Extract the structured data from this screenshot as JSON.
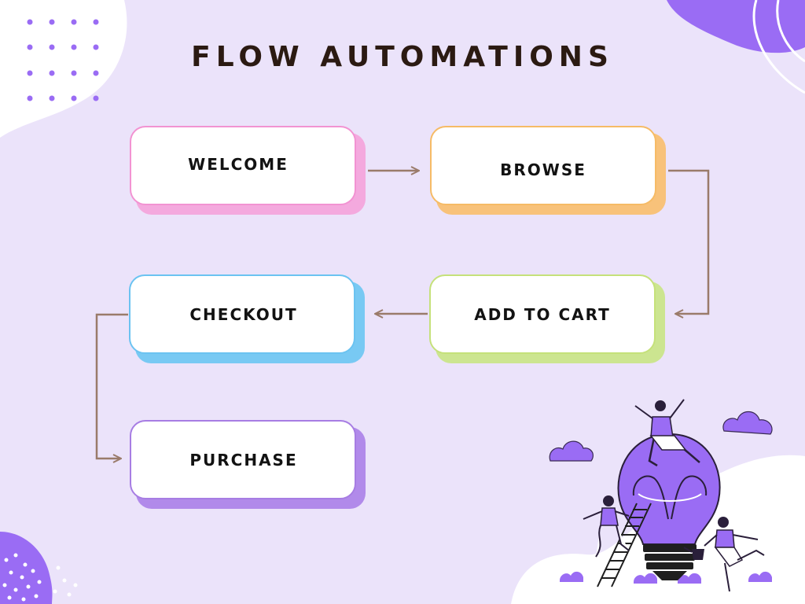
{
  "title": "FLOW AUTOMATIONS",
  "colors": {
    "background": "#ebe3fa",
    "accent_purple": "#9a6cf4",
    "connector": "#9a7b6a",
    "title_text": "#2b1a12"
  },
  "nodes": [
    {
      "id": "welcome",
      "label": "WELCOME",
      "border": "#f293d2",
      "shadow": "#f4a9de"
    },
    {
      "id": "browse",
      "label": "BROWSE",
      "border": "#f6bb66",
      "shadow": "#f8c27a"
    },
    {
      "id": "add-to-cart",
      "label": "ADD TO CART",
      "border": "#c5e17a",
      "shadow": "#cce590"
    },
    {
      "id": "checkout",
      "label": "CHECKOUT",
      "border": "#6bc3f1",
      "shadow": "#78c9f3"
    },
    {
      "id": "purchase",
      "label": "PURCHASE",
      "border": "#a77de3",
      "shadow": "#b18aea"
    }
  ],
  "edges": [
    {
      "from": "welcome",
      "to": "browse"
    },
    {
      "from": "browse",
      "to": "add-to-cart"
    },
    {
      "from": "add-to-cart",
      "to": "checkout"
    },
    {
      "from": "checkout",
      "to": "purchase"
    }
  ],
  "illustration": {
    "icons": [
      "lightbulb-icon",
      "cloud-icon",
      "person-icon",
      "ladder-icon",
      "watering-can-icon"
    ]
  }
}
